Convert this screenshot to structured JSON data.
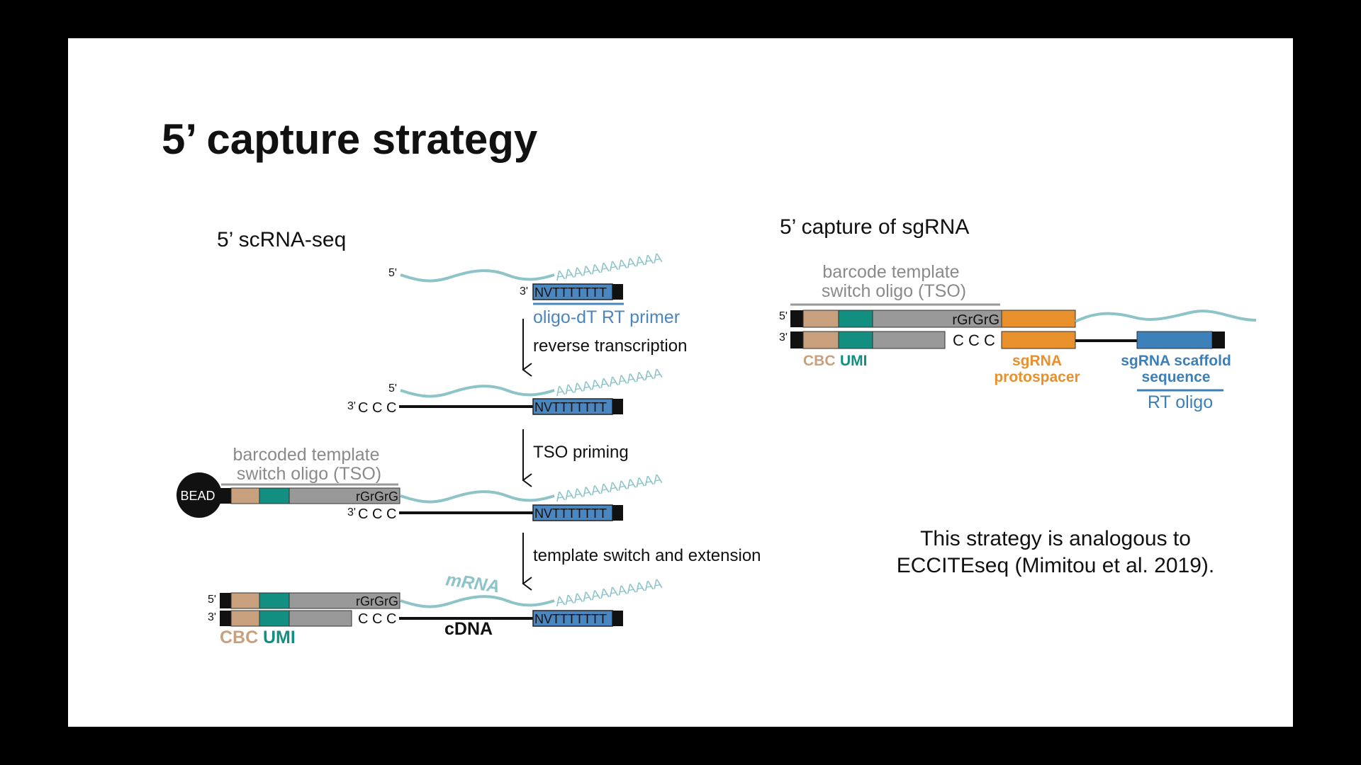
{
  "slide": {
    "title": "5’ capture strategy",
    "note_line1": "This strategy is analogous to",
    "note_line2": "ECCITEseq (Mimitou et al. 2019)."
  },
  "left": {
    "section_title": "5’ scRNA-seq",
    "label_5prime": "5'",
    "label_3prime": "3'",
    "polyA": "AAAAAAAAAAAA",
    "primer_seq": "NVTTTTTTT",
    "oligo_dt_label": "oligo-dT RT primer",
    "ccc": "C C C",
    "rgrgrg": "rGrGrG",
    "bead": "BEAD",
    "tso_line1": "barcoded template",
    "tso_line2": "switch oligo (TSO)",
    "step1": "reverse transcription",
    "step2": "TSO priming",
    "step3": "template switch and extension",
    "mrna": "mRNA",
    "cdna": "cDNA",
    "cbc": "CBC",
    "umi": "UMI"
  },
  "right": {
    "section_title": "5’ capture of sgRNA",
    "tso_line1": "barcode template",
    "tso_line2": "switch oligo (TSO)",
    "label_5prime": "5'",
    "label_3prime": "3'",
    "rgrgrg": "rGrGrG",
    "ccc": "C C C",
    "cbc": "CBC",
    "umi": "UMI",
    "protospacer_line1": "sgRNA",
    "protospacer_line2": "protospacer",
    "scaffold_line1": "sgRNA scaffold",
    "scaffold_line2": "sequence",
    "rt_oligo": "RT oligo"
  },
  "colors": {
    "background": "#000000",
    "slide": "#ffffff",
    "cbc": "#c9a07e",
    "umi": "#128f80",
    "tso_gray": "#999999",
    "primer_blue": "#4a86c0",
    "rna_wave": "#8cc4c8",
    "label_blue": "#4a86c0",
    "label_gray": "#8a8a8a",
    "orange": "#e8902c",
    "scaffold_blue": "#3d7fb8"
  }
}
